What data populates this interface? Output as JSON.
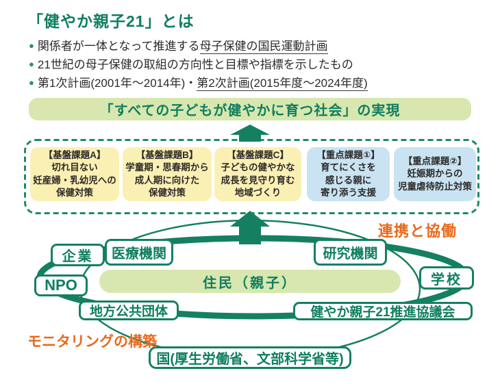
{
  "intro": {
    "title": "「健やか親子21」とは",
    "bullets": [
      {
        "text": "関係者が一体となって推進する",
        "underlined": "母子保健の国民運動計画"
      },
      {
        "text": "21世紀の母子保健の取組の方向性と目標や指標を示したもの",
        "underlined": ""
      },
      {
        "text": "第1次計画(2001年～2014年)・",
        "underlined": "第2次計画(2015年度～2024年度)"
      }
    ]
  },
  "goal_banner": {
    "label": "「すべての子どもが健やかに育つ社会」の実現"
  },
  "issues": {
    "boxes": [
      {
        "heading": "【基盤課題A】",
        "line1": "切れ目ない",
        "line2": "妊産婦・乳幼児への",
        "line3": "保健対策",
        "category": "foundation"
      },
      {
        "heading": "【基盤課題B】",
        "line1": "学童期・思春期から",
        "line2": "成人期に向けた",
        "line3": "保健対策",
        "category": "foundation"
      },
      {
        "heading": "【基盤課題C】",
        "line1": "子どもの健やかな",
        "line2": "成長を見守り育む",
        "line3": "地域づくり",
        "category": "foundation"
      },
      {
        "heading": "【重点課題①】",
        "line1": "育てにくさを",
        "line2": "感じる親に",
        "line3": "寄り添う支援",
        "category": "priority"
      },
      {
        "heading": "【重点課題②】",
        "line1": "妊娠期からの",
        "line2": "児童虐待防止対策",
        "line3": "",
        "category": "priority"
      }
    ]
  },
  "network": {
    "center_banner": "住民（親子）",
    "nodes": {
      "company": "企業",
      "medical": "医療機関",
      "research": "研究機関",
      "npo": "NPO",
      "school": "学校",
      "local_gov": "地方公共団体",
      "council": "健やか親子21推進協議会",
      "national_gov": "国(厚生労働省、文部科学省等)"
    },
    "annotations": {
      "cooperation": "連携と協働",
      "monitoring": "モニタリングの構築"
    }
  },
  "colors": {
    "dark_green": "#0e7e5e",
    "ellipse_green": "#148061",
    "light_green": "#d8e7af",
    "foundation_yellow": "#fbf0b4",
    "priority_blue": "#c9e3f2",
    "orange": "#e8691b",
    "text_dark": "#2d2a28"
  }
}
